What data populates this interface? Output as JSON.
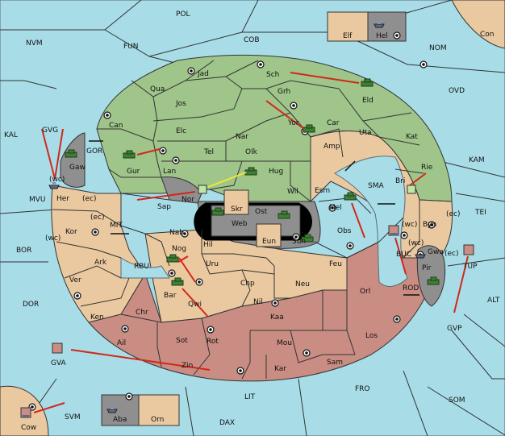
{
  "board": {
    "outer_seas": [
      {
        "id": "POL",
        "label": "POL"
      },
      {
        "id": "NVM",
        "label": "NVM"
      },
      {
        "id": "FUN",
        "label": "FUN"
      },
      {
        "id": "COB",
        "label": "COB"
      },
      {
        "id": "NOM",
        "label": "NOM"
      },
      {
        "id": "OVD",
        "label": "OVD"
      },
      {
        "id": "KAL",
        "label": "KAL"
      },
      {
        "id": "KAM",
        "label": "KAM"
      },
      {
        "id": "TEI",
        "label": "TEI"
      },
      {
        "id": "BOR",
        "label": "BOR"
      },
      {
        "id": "DOR",
        "label": "DOR"
      },
      {
        "id": "ALT",
        "label": "ALT"
      },
      {
        "id": "GVP",
        "label": "GVP"
      },
      {
        "id": "FRO",
        "label": "FRO"
      },
      {
        "id": "SOM",
        "label": "SOM"
      },
      {
        "id": "LIT",
        "label": "LIT"
      },
      {
        "id": "DAX",
        "label": "DAX"
      },
      {
        "id": "SVM",
        "label": "SVM"
      },
      {
        "id": "GVG",
        "label": "GVG"
      },
      {
        "id": "MVU",
        "label": "MVU"
      },
      {
        "id": "GOR",
        "label": "GOR"
      },
      {
        "id": "MIT",
        "label": "MIT"
      },
      {
        "id": "RBU",
        "label": "RBU"
      },
      {
        "id": "SMA",
        "label": "SMA"
      },
      {
        "id": "BUC",
        "label": "BUC"
      },
      {
        "id": "ROD",
        "label": "ROD"
      }
    ],
    "provinces": {
      "Elf": "Elf",
      "Hel": "Hel",
      "Con": "Con",
      "Jad": "Jad",
      "Sch": "Sch",
      "Qua": "Qua",
      "Grh": "Grh",
      "Eld": "Eld",
      "Jos": "Jos",
      "Can": "Can",
      "Elc": "Elc",
      "Yor": "Yor",
      "Car": "Car",
      "Uta": "Uta",
      "Nar": "Nar",
      "Kat": "Kat",
      "Gaw": "Gaw",
      "Gur": "Gur",
      "Tel": "Tel",
      "Olk": "Olk",
      "Amp": "Amp",
      "Lan": "Lan",
      "Hug": "Hug",
      "Bri": "Bri",
      "Rie": "Rie",
      "Nor": "Nor",
      "Wil": "Wil",
      "Esm": "Esm",
      "Her": "Her",
      "Sap": "Sap",
      "Skr": "Skr",
      "Ost": "Ost",
      "Mel": "Mel",
      "Web": "Web",
      "Kor": "Kor",
      "Nab": "Nab",
      "Byn": "Byn",
      "Eun": "Eun",
      "Sun": "Sun",
      "Obs": "Obs",
      "Hil": "Hil",
      "Gwa": "Gwa",
      "Ark": "Ark",
      "Nog": "Nog",
      "Uru": "Uru",
      "Feu": "Feu",
      "Pir": "Pir",
      "Ver": "Ver",
      "Chp": "Chp",
      "Neu": "Neu",
      "Orl": "Orl",
      "Bar": "Bar",
      "Qwi": "Qwi",
      "Nil": "Nil",
      "Ken": "Ken",
      "Chr": "Chr",
      "Kaa": "Kaa",
      "Ail": "Ail",
      "Sot": "Sot",
      "Rot": "Rot",
      "Mou": "Mou",
      "Los": "Los",
      "GVA": "GVA",
      "Zin": "Zin",
      "Kar": "Kar",
      "Sam": "Sam",
      "Cow": "Cow",
      "Aba": "Aba",
      "Orn": "Orn",
      "TUP": "TUP"
    },
    "coast_tags": {
      "wc": "(wc)",
      "ec": "(ec)"
    }
  }
}
